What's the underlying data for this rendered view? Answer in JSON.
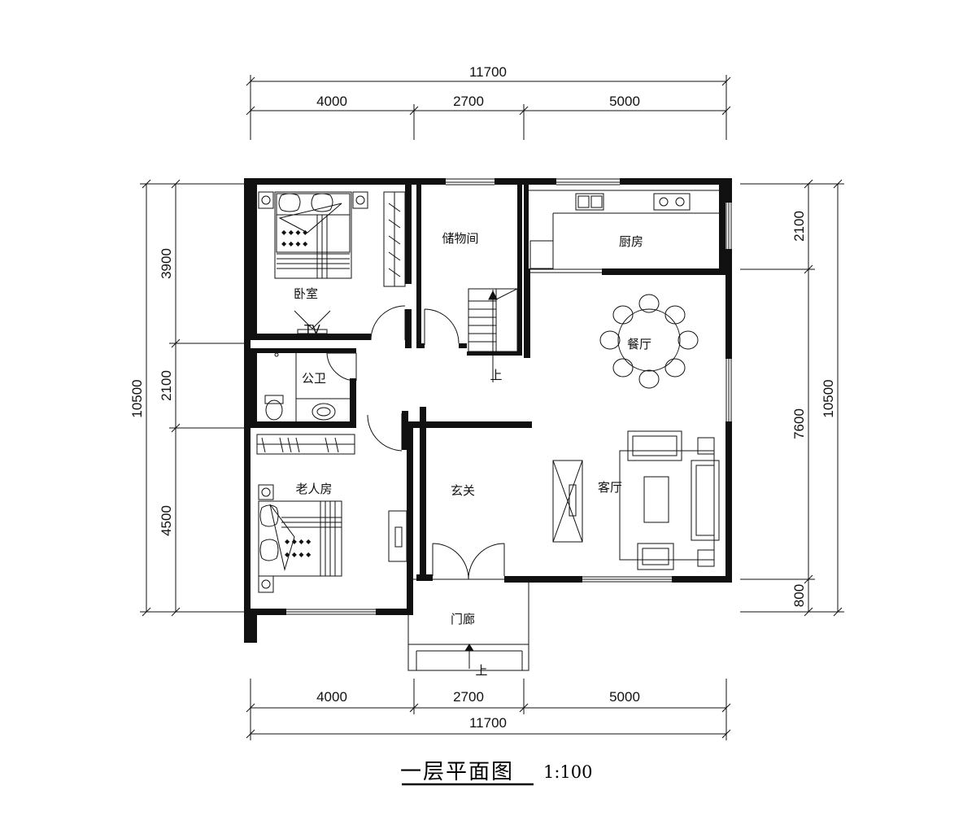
{
  "dimensions": {
    "top_total": "11700",
    "top_segments": [
      "4000",
      "2700",
      "5000"
    ],
    "bottom_segments": [
      "4000",
      "2700",
      "5000"
    ],
    "bottom_total": "11700",
    "left_segments": [
      "3900",
      "2100",
      "4500"
    ],
    "left_total": "10500",
    "right_segments": [
      "2100",
      "7600",
      "800"
    ],
    "right_total": "10500"
  },
  "rooms": {
    "bedroom": "卧室",
    "storage": "储物间",
    "kitchen": "厨房",
    "dining": "餐厅",
    "bathroom": "公卫",
    "elder_room": "老人房",
    "foyer": "玄关",
    "living": "客厅",
    "porch": "门廊"
  },
  "annotations": {
    "stair_up": "上",
    "porch_up": "上",
    "tv": "TV"
  },
  "title": {
    "main": "一层平面图",
    "scale": "1:100"
  }
}
